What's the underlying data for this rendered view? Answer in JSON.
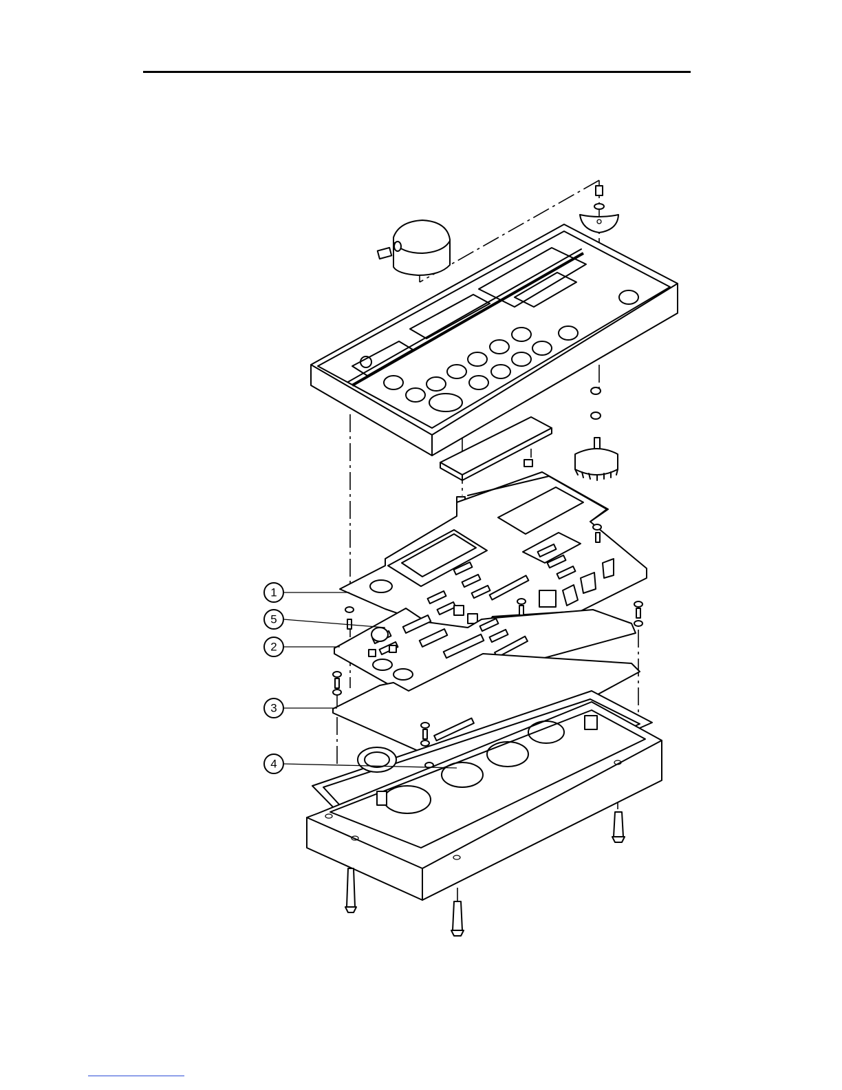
{
  "diagram": {
    "callouts": [
      {
        "label": "1"
      },
      {
        "label": "5"
      },
      {
        "label": "2"
      },
      {
        "label": "3"
      },
      {
        "label": "4"
      }
    ]
  }
}
